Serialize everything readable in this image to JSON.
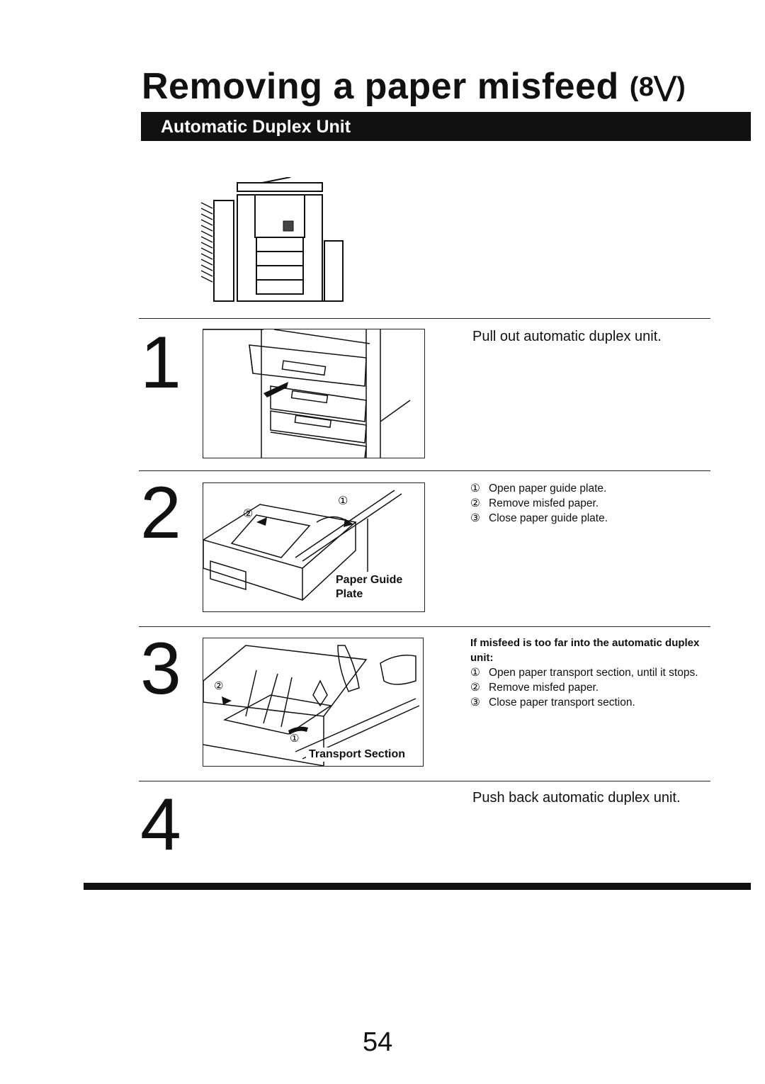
{
  "page": {
    "title": "Removing a paper misfeed",
    "title_symbol": "(8⋁)",
    "section_banner": "Automatic Duplex Unit",
    "page_number": "54"
  },
  "steps": [
    {
      "number": "1",
      "instruction": "Pull out automatic duplex unit."
    },
    {
      "number": "2",
      "items": [
        {
          "marker": "①",
          "text": "Open paper guide plate."
        },
        {
          "marker": "②",
          "text": "Remove misfed paper."
        },
        {
          "marker": "③",
          "text": "Close paper guide plate."
        }
      ],
      "figure_label_line1": "Paper Guide",
      "figure_label_line2": "Plate",
      "figure_markers": [
        "①",
        "②"
      ]
    },
    {
      "number": "3",
      "note_title": "If misfeed is too far into the automatic duplex unit:",
      "items": [
        {
          "marker": "①",
          "text": "Open paper transport section, until it stops."
        },
        {
          "marker": "②",
          "text": "Remove misfed paper."
        },
        {
          "marker": "③",
          "text": "Close paper transport section."
        }
      ],
      "figure_label": "Transport Section",
      "figure_markers": [
        "②",
        "①"
      ]
    },
    {
      "number": "4",
      "instruction": "Push back automatic duplex unit."
    }
  ]
}
